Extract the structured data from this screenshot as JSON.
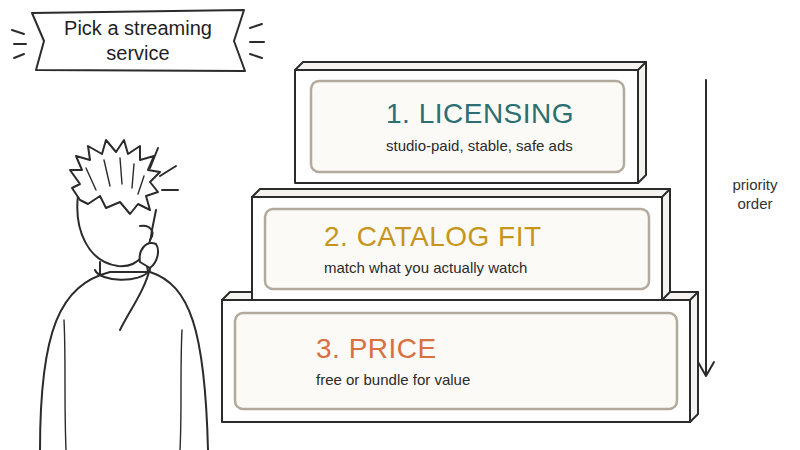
{
  "diagram": {
    "nodes": [
      {
        "text": [
          "Pick a streaming service"
        ]
      },
      {
        "text": [
          "1. LICENSING",
          "studio-paid, stable, safe ads"
        ]
      },
      {
        "text": [
          "2. CATALOG FIT",
          "match what you actually watch"
        ]
      },
      {
        "text": [
          "3. PRICE",
          "free or bundle for value"
        ]
      }
    ],
    "labels": [
      "priority order"
    ]
  }
}
